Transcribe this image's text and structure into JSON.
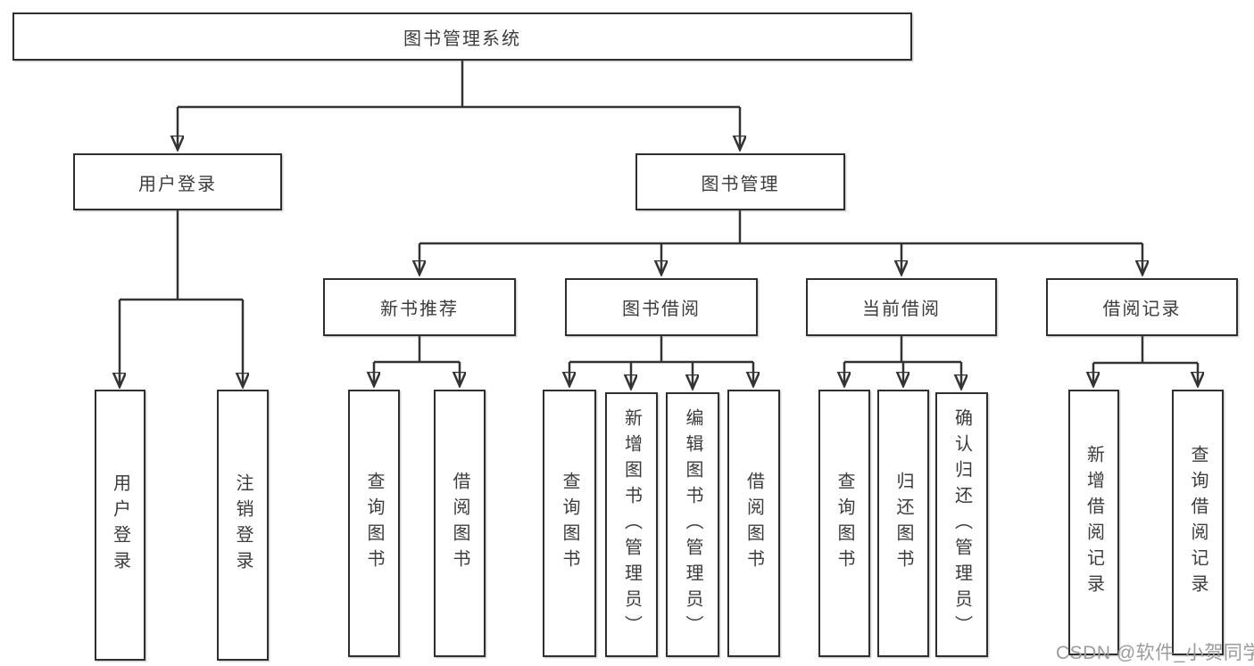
{
  "diagram": {
    "root": {
      "label": "图书管理系统"
    },
    "level2": {
      "user_login": {
        "label": "用户登录"
      },
      "book_mgmt": {
        "label": "图书管理"
      }
    },
    "level3": {
      "new_books": {
        "label": "新书推荐"
      },
      "book_borrow": {
        "label": "图书借阅"
      },
      "current_borrow": {
        "label": "当前借阅"
      },
      "borrow_records": {
        "label": "借阅记录"
      }
    },
    "leaves": {
      "user_login_leaf": {
        "label": "用户登录"
      },
      "logout": {
        "label": "注销登录"
      },
      "nb_query": {
        "label": "查询图书"
      },
      "nb_borrow": {
        "label": "借阅图书"
      },
      "bb_query": {
        "label": "查询图书"
      },
      "bb_add": {
        "label": "新增图书（管理员）"
      },
      "bb_edit": {
        "label": "编辑图书（管理员）"
      },
      "bb_borrow": {
        "label": "借阅图书"
      },
      "cb_query": {
        "label": "查询图书"
      },
      "cb_return": {
        "label": "归还图书"
      },
      "cb_confirm": {
        "label": "确认归还（管理员）"
      },
      "br_add": {
        "label": "新增借阅记录"
      },
      "br_query": {
        "label": "查询借阅记录"
      }
    }
  },
  "watermark": {
    "text": "CSDN @软件_小贺同学"
  },
  "colors": {
    "line": "#333333",
    "box_border": "#2f2f2f",
    "text": "#3c3c3c",
    "background": "#ffffff",
    "watermark": "#9b9b9b"
  }
}
